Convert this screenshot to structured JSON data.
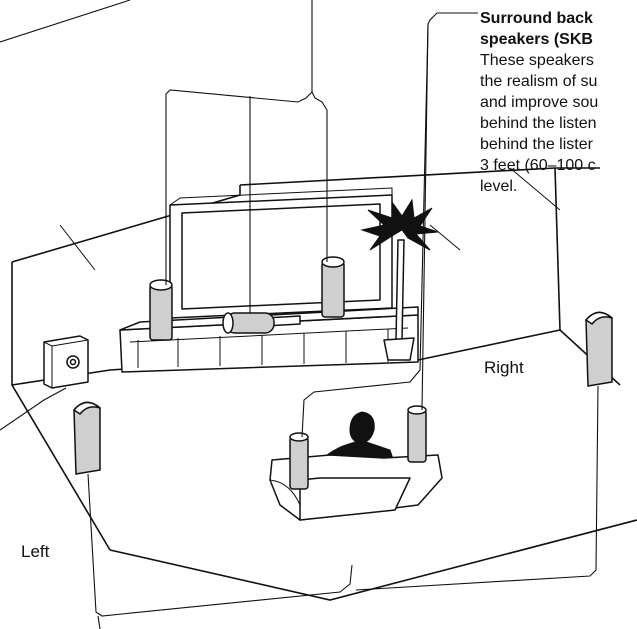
{
  "callout": {
    "heading_line1": "Surround back",
    "heading_line2": "speakers (SKB",
    "body_lines": [
      "These speakers",
      "the realism of su",
      "and improve sou",
      "behind the listen",
      "behind the lister",
      "3 feet (60–100 c",
      "level."
    ]
  },
  "labels": {
    "right": "Right",
    "left": "Left"
  }
}
